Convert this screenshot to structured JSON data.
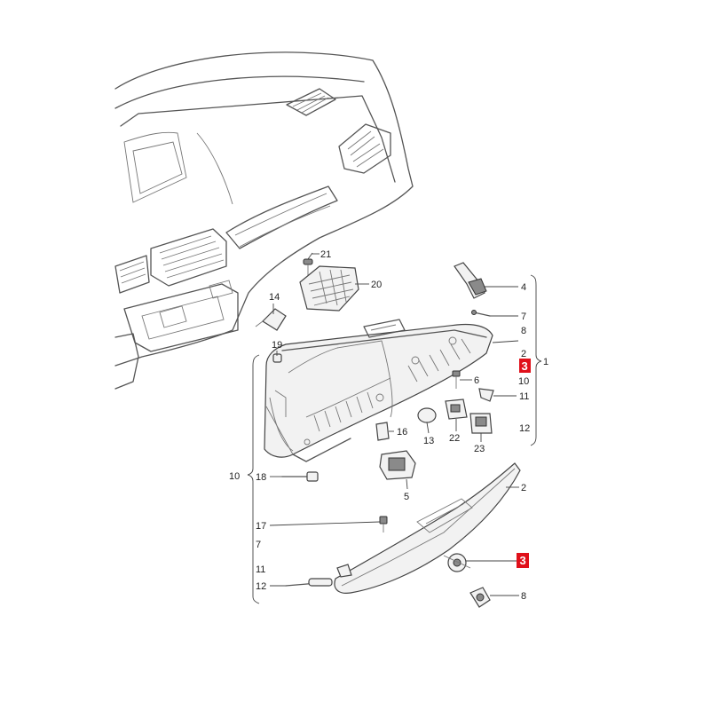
{
  "callouts": {
    "c21": "21",
    "c20": "20",
    "c14": "14",
    "c19": "19",
    "c4": "4",
    "c7a": "7",
    "c8a": "8",
    "c2a": "2",
    "c3a": "3",
    "c10a": "10",
    "c1": "1",
    "c6": "6",
    "c11a": "11",
    "c12a": "12",
    "c16": "16",
    "c13": "13",
    "c22": "22",
    "c23": "23",
    "c10b": "10",
    "c18": "18",
    "c5": "5",
    "c2b": "2",
    "c17": "17",
    "c7b": "7",
    "c11b": "11",
    "c12b": "12",
    "c3b": "3",
    "c8b": "8"
  },
  "colors": {
    "highlight": "#e0101a",
    "line": "#555555"
  }
}
